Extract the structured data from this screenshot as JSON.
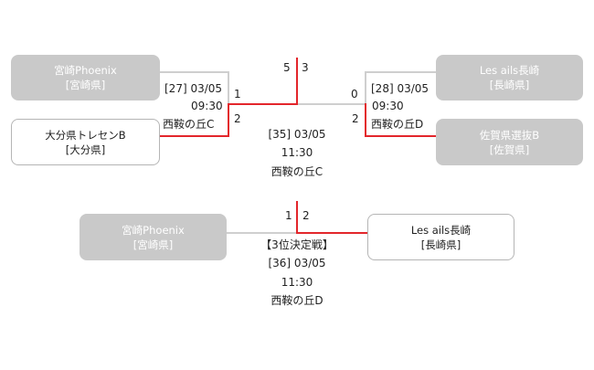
{
  "semifinal_left": {
    "team_top": {
      "name": "宮崎Phoenix",
      "pref": "[宮崎県]",
      "score": "1"
    },
    "team_bottom": {
      "name": "大分県トレセンB",
      "pref": "[大分県]",
      "score": "2"
    },
    "match_no": "[27] 03/05",
    "time": "09:30",
    "venue": "西鞍の丘C"
  },
  "semifinal_right": {
    "team_top": {
      "name": "Les ails長崎",
      "pref": "[長崎県]",
      "score": "0"
    },
    "team_bottom": {
      "name": "佐賀県選抜B",
      "pref": "[佐賀県]",
      "score": "2"
    },
    "match_no": "[28] 03/05",
    "time": "09:30",
    "venue": "西鞍の丘D"
  },
  "final": {
    "score_left": "5",
    "score_right": "3",
    "match_no": "[35] 03/05",
    "time": "11:30",
    "venue": "西鞍の丘C"
  },
  "third_place": {
    "title": "【3位決定戦】",
    "team_left": {
      "name": "宮崎Phoenix",
      "pref": "[宮崎県]",
      "score": "1"
    },
    "team_right": {
      "name": "Les ails長崎",
      "pref": "[長崎県]",
      "score": "2"
    },
    "match_no": "[36] 03/05",
    "time": "11:30",
    "venue": "西鞍の丘D"
  },
  "colors": {
    "winner_line": "#e3262b",
    "loser_line": "#cfcfcf",
    "loser_box": "#c9c9c9"
  }
}
